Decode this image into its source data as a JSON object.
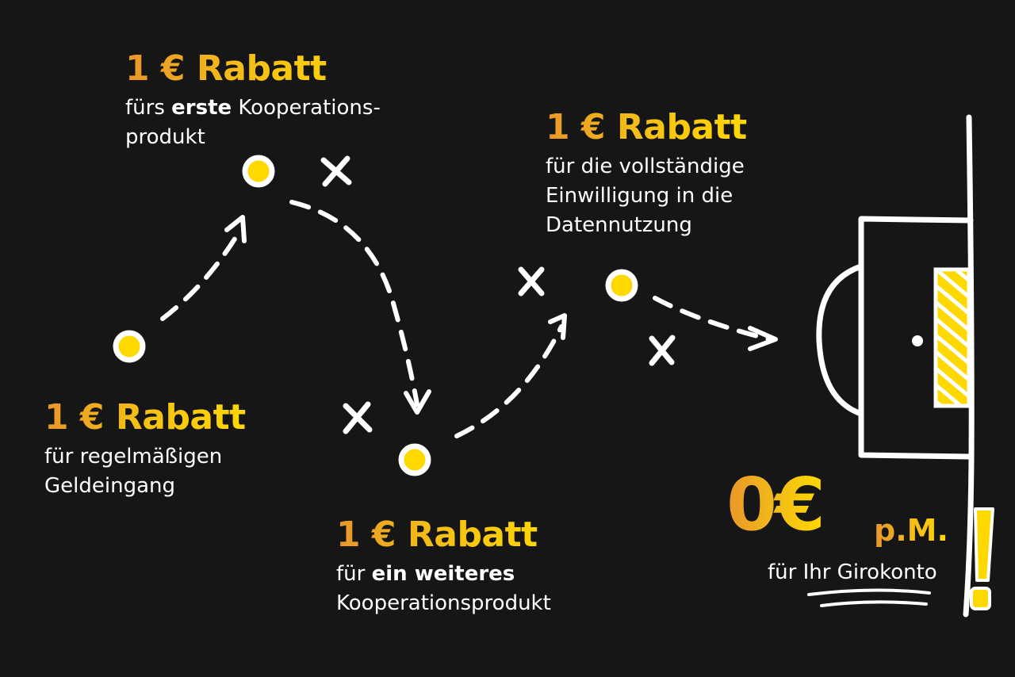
{
  "steps": [
    {
      "headline": "1 € Rabatt",
      "line1_pre": "fürs ",
      "line1_bold": "erste",
      "line1_post": " Kooperations-",
      "line2": "produkt"
    },
    {
      "headline": "1 € Rabatt",
      "line1": "für regelmäßigen",
      "line2": "Geldeingang"
    },
    {
      "headline": "1 € Rabatt",
      "line1_pre": "für ",
      "line1_bold": "ein weiteres",
      "line2": "Kooperationsprodukt"
    },
    {
      "headline": "1 € Rabatt",
      "line1": "für die vollständige",
      "line2": "Einwilligung in die",
      "line3": "Datennutzung"
    }
  ],
  "result": {
    "amount": "0€",
    "unit": "p.M.",
    "caption": "für Ihr Girokonto",
    "exclamation": "!"
  },
  "colors": {
    "background": "#161616",
    "orange": "#e8962a",
    "yellow": "#ffd800",
    "chalk": "#ffffff"
  }
}
